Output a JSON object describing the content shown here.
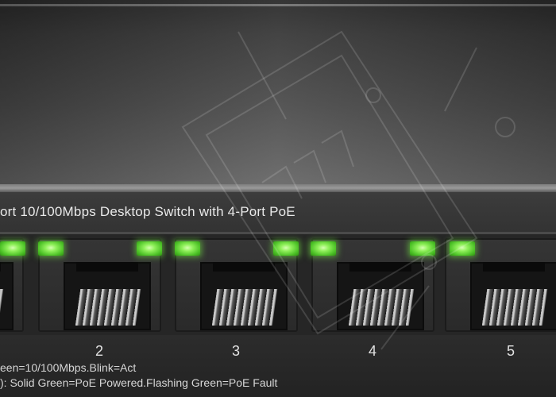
{
  "product": {
    "title": "ort 10/100Mbps Desktop Switch with 4-Port PoE"
  },
  "ports": [
    {
      "number": "",
      "led_color": "#66d93a"
    },
    {
      "number": "2",
      "led_color": "#66d93a"
    },
    {
      "number": "3",
      "led_color": "#66d93a"
    },
    {
      "number": "4",
      "led_color": "#66d93a"
    },
    {
      "number": "5",
      "led_color": "#66d93a"
    }
  ],
  "legend": {
    "line1": "een=10/100Mbps.Blink=Act",
    "line2": "): Solid Green=PoE Powered.Flashing Green=PoE Fault"
  },
  "colors": {
    "chassis": "#4d4d4d",
    "panel": "#262626",
    "led_green": "#66d93a",
    "label_text": "#e9e9e9"
  },
  "icons": [
    "rj45-port-icon",
    "led-indicator-icon",
    "watermark-logo-icon"
  ]
}
